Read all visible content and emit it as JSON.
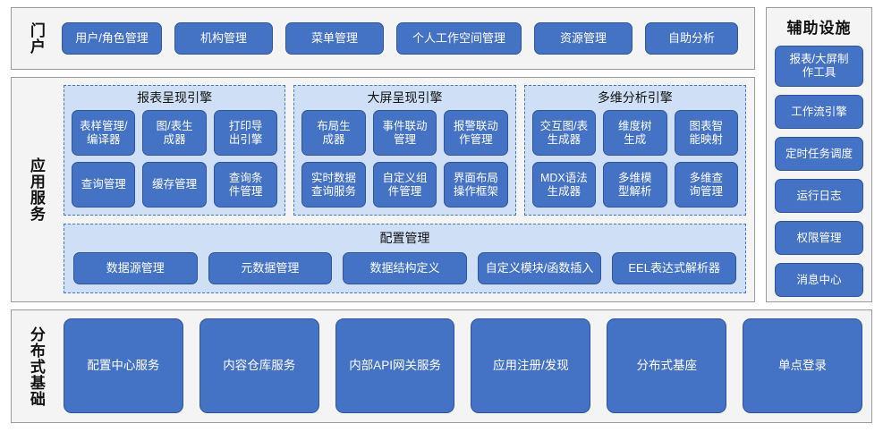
{
  "portal": {
    "label": "门户",
    "items": [
      {
        "label": "用户/角色管理",
        "width": 112
      },
      {
        "label": "机构管理",
        "width": 110
      },
      {
        "label": "菜单管理",
        "width": 110
      },
      {
        "label": "个人工作空间管理",
        "width": 140
      },
      {
        "label": "资源管理",
        "width": 110
      },
      {
        "label": "自助分析",
        "width": 104
      }
    ]
  },
  "auxiliary": {
    "title": "辅助设施",
    "items": [
      {
        "label": "报表/大屏制\n作工具",
        "tall": true
      },
      {
        "label": "工作流引擎",
        "tall": false
      },
      {
        "label": "定时任务调度",
        "tall": false
      },
      {
        "label": "运行日志",
        "tall": false
      },
      {
        "label": "权限管理",
        "tall": false
      },
      {
        "label": "消息中心",
        "tall": false
      }
    ]
  },
  "app_services": {
    "label": "应用服务",
    "engines": [
      {
        "title": "报表呈现引擎",
        "items": [
          "表样管理/\n编译器",
          "图/表生\n成器",
          "打印导\n出引擎",
          "查询管理",
          "缓存管理",
          "查询条\n件管理"
        ]
      },
      {
        "title": "大屏呈现引擎",
        "items": [
          "布局生\n成器",
          "事件联动\n管理",
          "报警联动\n作管理",
          "实时数据\n查询服务",
          "自定义组\n件管理",
          "界面布局\n操作框架"
        ]
      },
      {
        "title": "多维分析引擎",
        "items": [
          "交互图/表\n生成器",
          "维度树\n生成",
          "图表智\n能映射",
          "MDX语法\n生成器",
          "多维模\n型解析",
          "多维查\n询管理"
        ]
      }
    ],
    "config": {
      "title": "配置管理",
      "items": [
        "数据源管理",
        "元数据管理",
        "数据结构定义",
        "自定义模块/函数插入",
        "EEL表达式解析器"
      ]
    }
  },
  "distributed_base": {
    "label": "分布式基础",
    "items": [
      "配置中心服务",
      "内容仓库服务",
      "内部API网关服务",
      "应用注册/发现",
      "分布式基座",
      "单点登录"
    ]
  },
  "colors": {
    "button_fill": "#4472c4",
    "button_border": "#2f5597",
    "panel_fill": "#f4f4f4",
    "panel_border": "#9a9a9a",
    "group_fill": "#cfdff5",
    "group_border": "#4472c4",
    "text_dark": "#111111",
    "text_light": "#ffffff"
  }
}
